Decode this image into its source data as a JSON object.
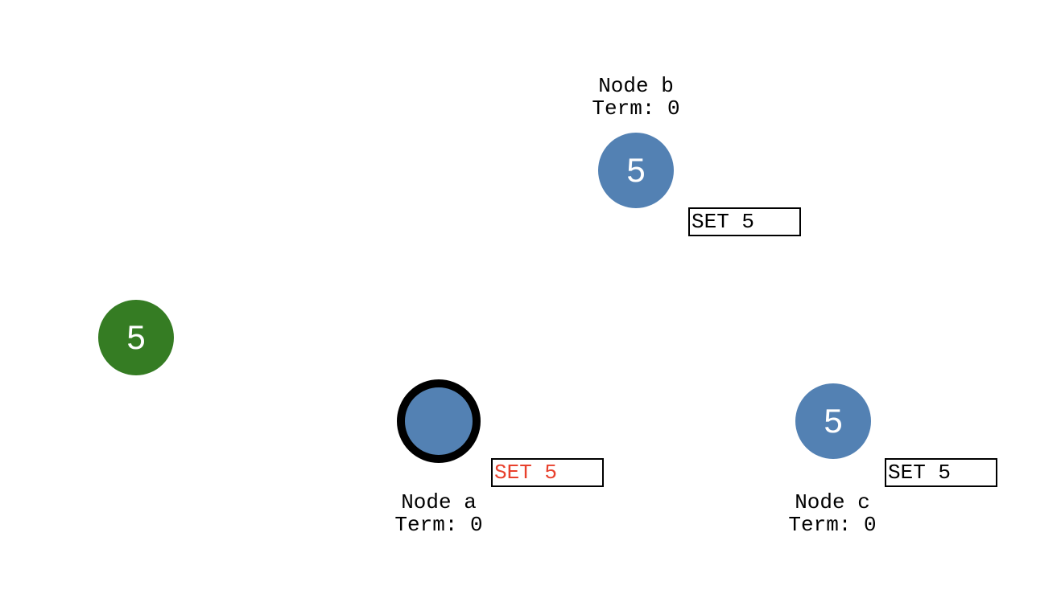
{
  "colors": {
    "node_fill": "#5381b3",
    "client_fill": "#357c23",
    "leader_outline": "#000000",
    "log_committed": "#000000",
    "log_uncommitted": "#e8402c"
  },
  "client": {
    "value": "5"
  },
  "nodes": {
    "a": {
      "name": "Node a",
      "term": "Term: 0",
      "value": "",
      "is_leader": true,
      "log": [
        {
          "text": "SET 5",
          "committed": false
        }
      ]
    },
    "b": {
      "name": "Node b",
      "term": "Term: 0",
      "value": "5",
      "is_leader": false,
      "log": [
        {
          "text": "SET 5",
          "committed": true
        }
      ]
    },
    "c": {
      "name": "Node c",
      "term": "Term: 0",
      "value": "5",
      "is_leader": false,
      "log": [
        {
          "text": "SET 5",
          "committed": true
        }
      ]
    }
  }
}
